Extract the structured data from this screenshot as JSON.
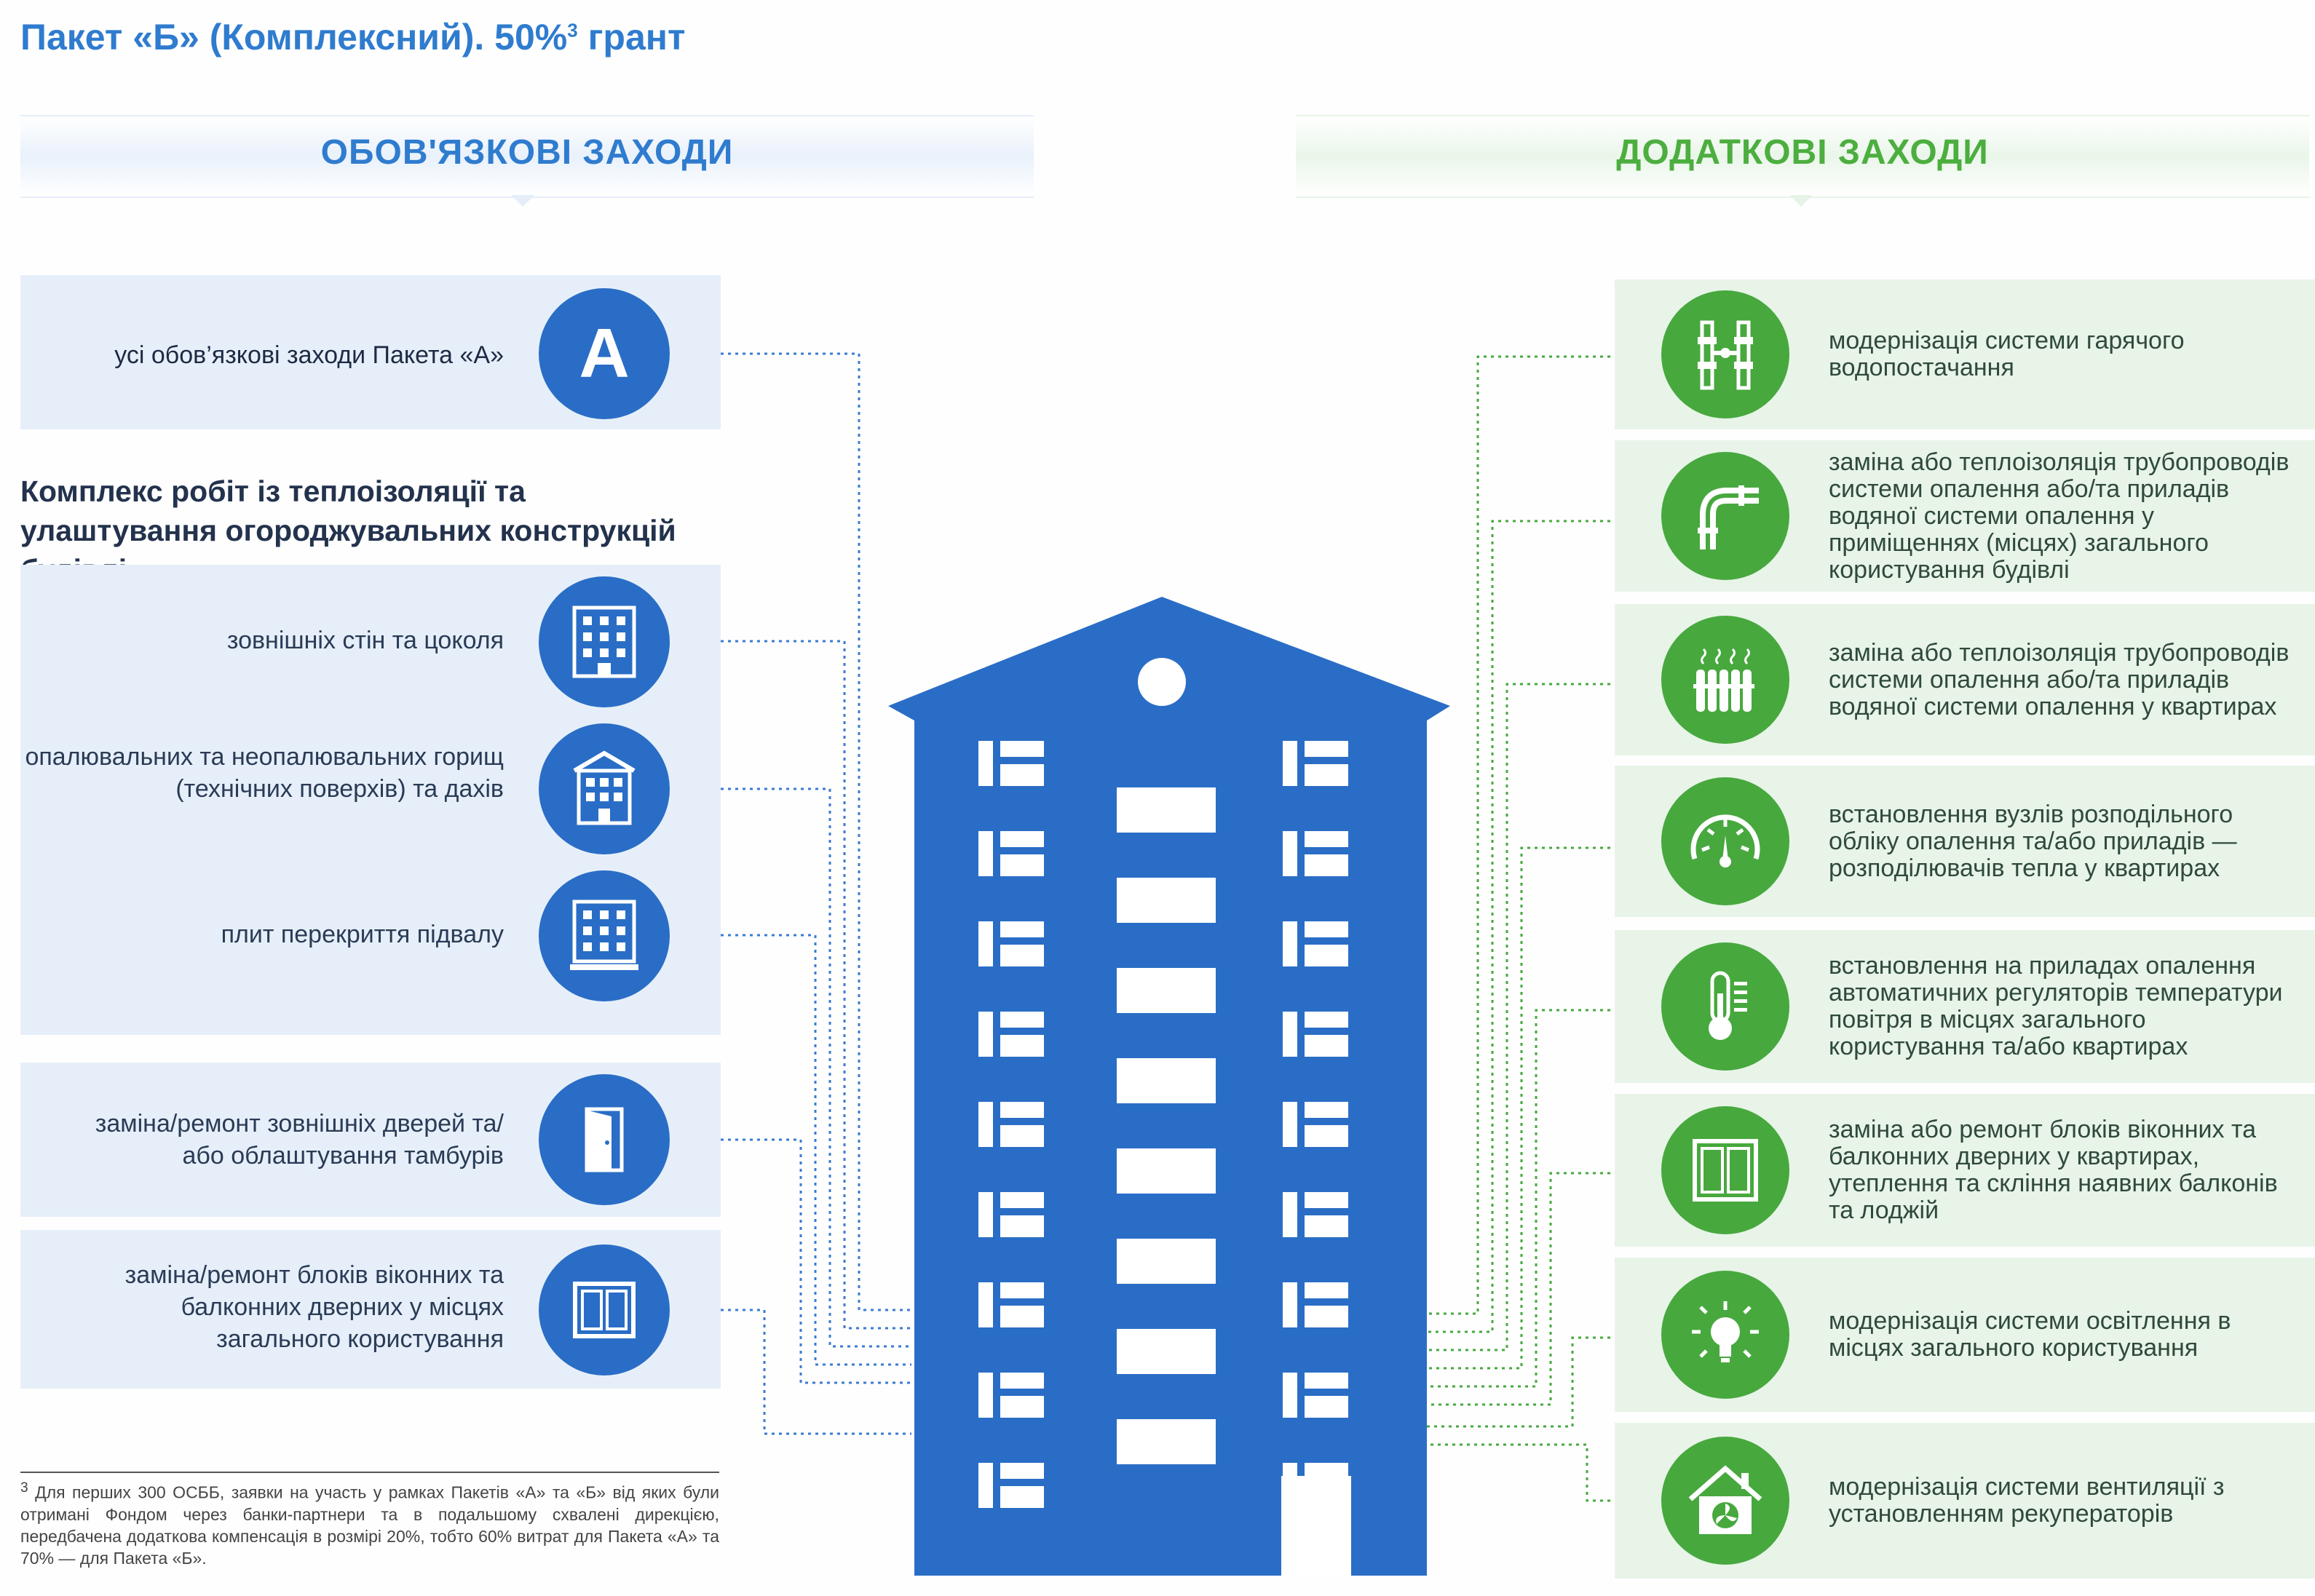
{
  "title": {
    "main": "Пакет «Б» (Комплексний). 50%",
    "sup": "3",
    "tail": " грант"
  },
  "sections": {
    "mandatory": "ОБОВ'ЯЗКОВІ ЗАХОДИ",
    "additional": "ДОДАТКОВІ ЗАХОДИ"
  },
  "mandatory": {
    "package_a": {
      "label": "усі обов’язкові заходи Пакета «А»",
      "badge": "A"
    },
    "insulation_heading": "Комплекс робіт із теплоізоляції та улаштування огороджувальних конструкцій будівлі",
    "insulation_items": [
      "зовнішніх стін та цоколя",
      "опалювальних та неопалювальних горищ (технічних поверхів) та дахів",
      "плит перекриття підвалу"
    ],
    "doors": "заміна/ремонт зовнішніх дверей та/або облаштування тамбурів",
    "windows": "заміна/ремонт блоків віконних та балконних дверних у місцях загального користування"
  },
  "additional": [
    {
      "label": "модернізація системи гарячого водопостачання",
      "icon": "water-pipes-icon"
    },
    {
      "label": "заміна або теплоізоляція трубопроводів системи опалення або/та приладів водяної системи опалення у приміщеннях (місцях) загального користування будівлі",
      "icon": "pipe-elbow-icon"
    },
    {
      "label": "заміна або теплоізоляція трубопроводів системи опалення або/та приладів водяної системи опалення у квартирах",
      "icon": "radiator-icon"
    },
    {
      "label": "встановлення вузлів розподільного обліку опалення та/або приладів — розподілювачів тепла у квартирах",
      "icon": "gauge-icon"
    },
    {
      "label": "встановлення на приладах опалення автоматичних регуляторів температури повітря в місцях загального користування та/або квартирах",
      "icon": "thermometer-icon"
    },
    {
      "label": "заміна або ремонт блоків віконних та балконних дверних у квартирах, утеплення та скління наявних балконів та лоджій",
      "icon": "window-icon"
    },
    {
      "label": "модернізація системи освітлення в місцях загального користування",
      "icon": "light-bulb-icon"
    },
    {
      "label": "модернізація системи вентиляції з установленням рекуператорів",
      "icon": "ventilation-icon"
    }
  ],
  "footnote": {
    "sup": "3",
    "text": "Для перших 300 ОСББ, заявки на участь у рамках Пакетів «А» та «Б» від яких були отримані Фондом через банки-партнери та в подальшому схвалені дирекцією, передбачена додаткова компенсація в розмірі 20%, тобто 60% витрат для Пакета «А» та 70% — для Пакета «Б»."
  },
  "colors": {
    "blue": "#2a6dc6",
    "green": "#47a83e",
    "panel_blue": "#e6eff9",
    "panel_green": "#e8f4e8"
  }
}
